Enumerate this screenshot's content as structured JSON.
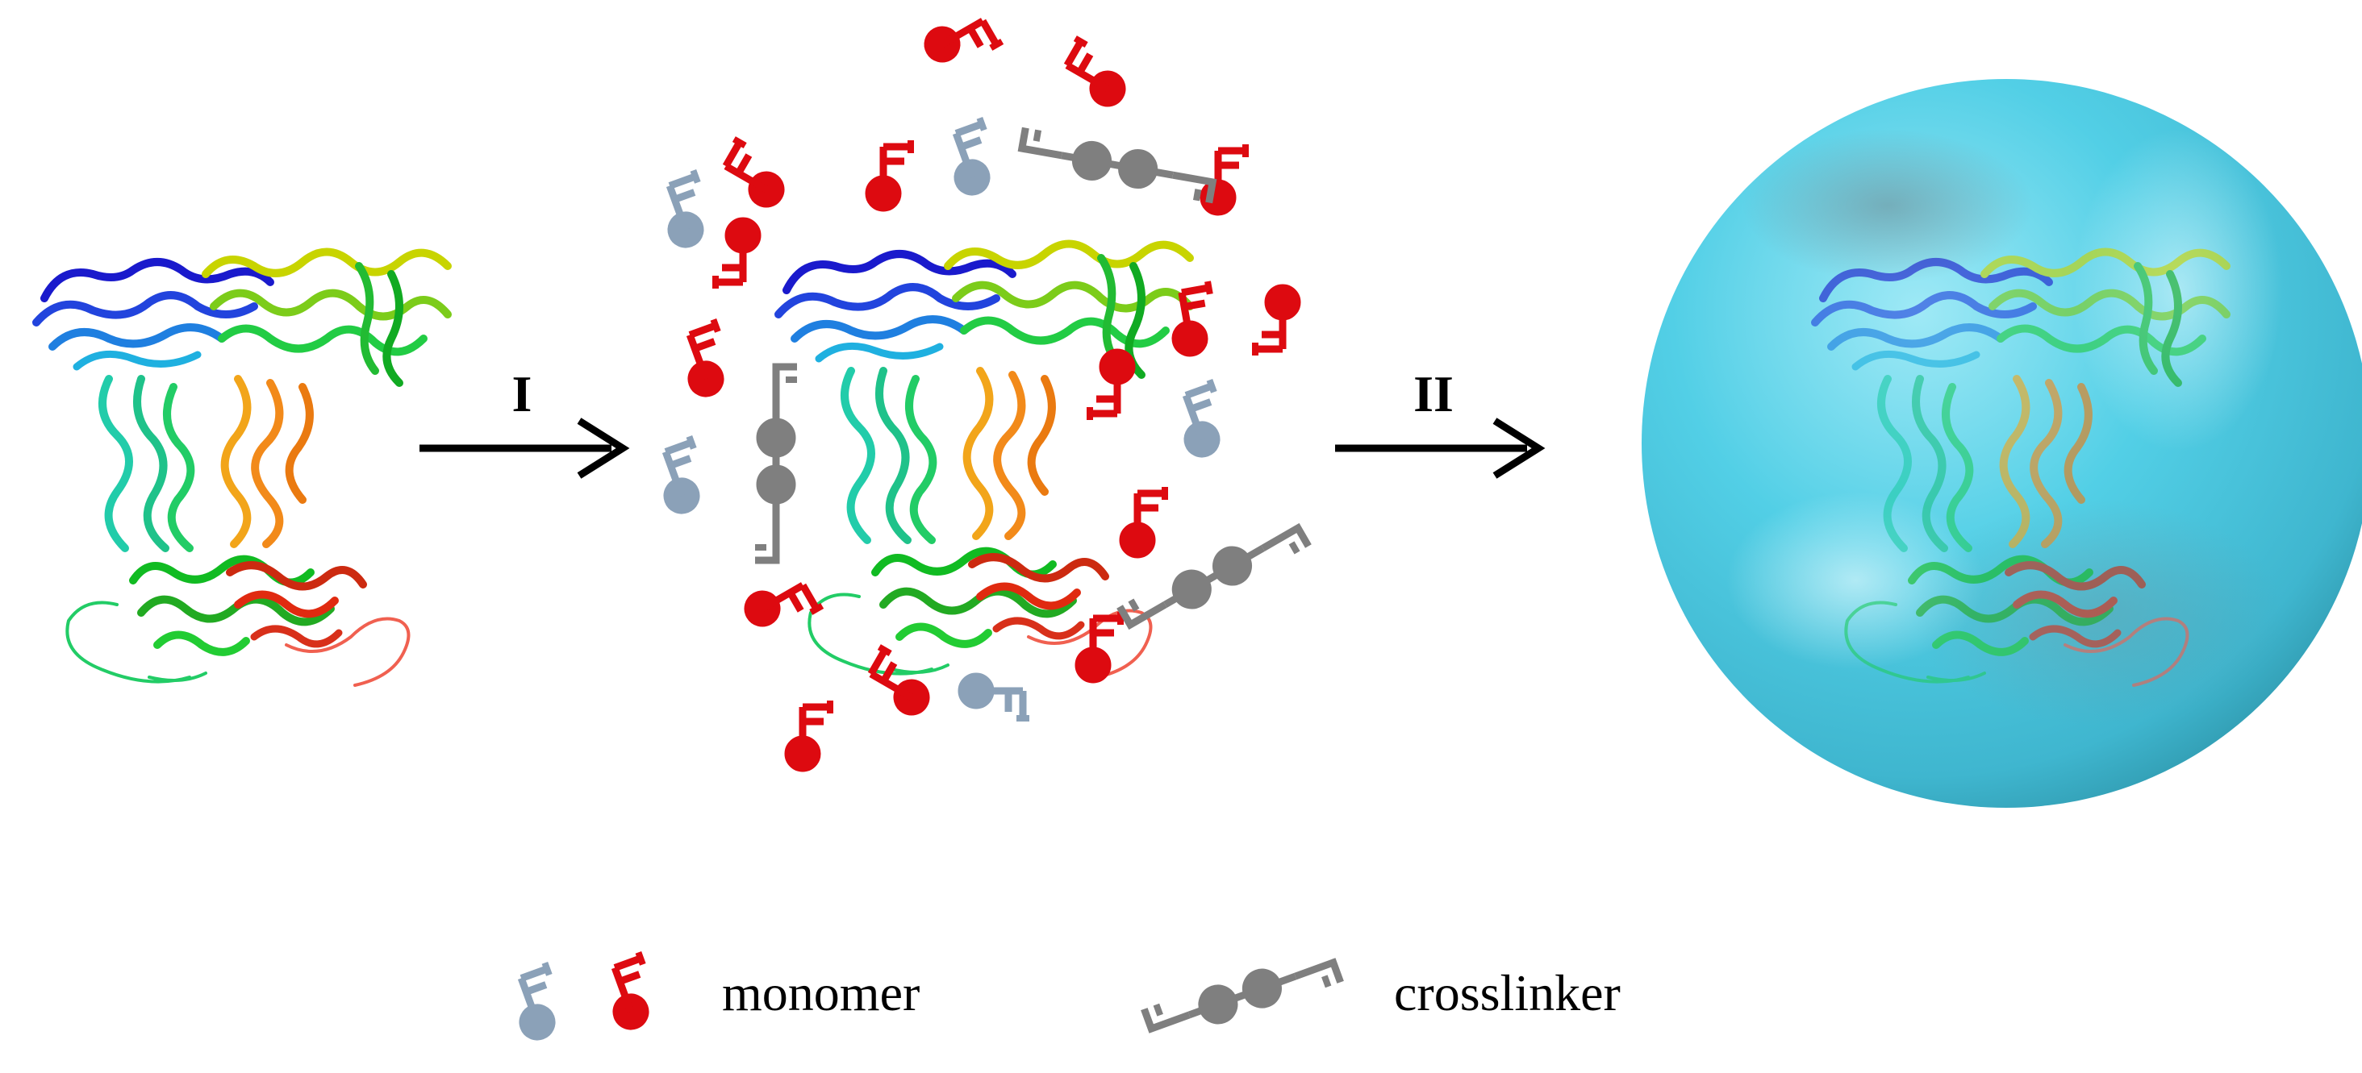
{
  "steps": {
    "step1": "I",
    "step2": "II"
  },
  "legend": {
    "monomer_label": "monomer",
    "crosslinker_label": "crosslinker"
  },
  "colors": {
    "monomer_red": "#dd0a10",
    "monomer_blue": "#8ba1b8",
    "crosslinker": "#7f7f7f",
    "shell": "#4fd6ee",
    "arrow": "#000000"
  },
  "icons": {
    "protein": "antibody-ribbon-icon",
    "monomer": "monomer-icon",
    "crosslinker": "crosslinker-icon",
    "nanocapsule": "polymer-shell-icon"
  }
}
